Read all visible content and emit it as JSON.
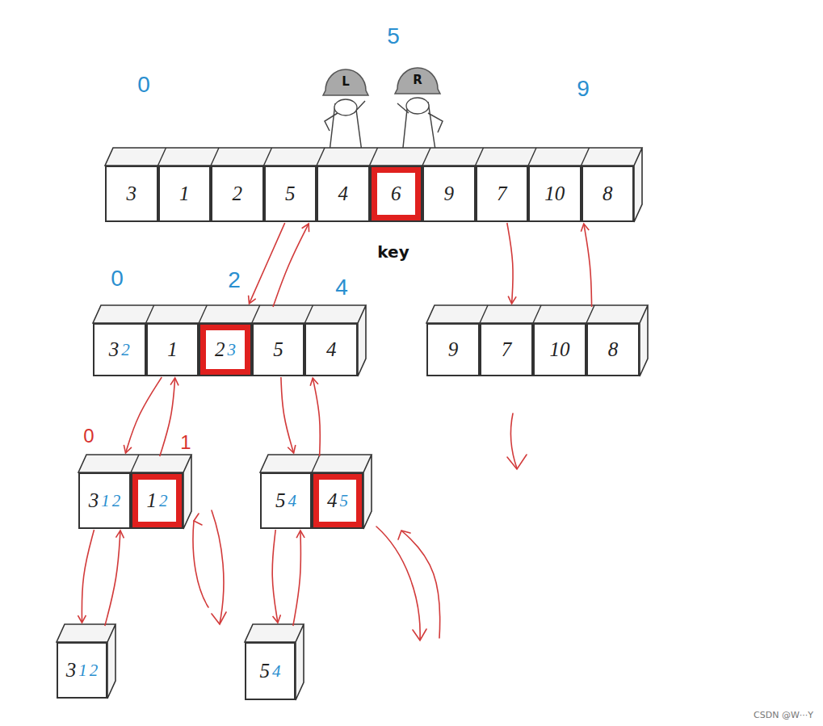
{
  "diagram": {
    "nodes": [
      {
        "text": [
          "3"
        ]
      },
      {
        "text": [
          "1"
        ]
      },
      {
        "text": [
          "2"
        ]
      },
      {
        "text": [
          "5"
        ]
      },
      {
        "text": [
          "4"
        ]
      },
      {
        "text": [
          "6"
        ]
      },
      {
        "text": [
          "9"
        ]
      },
      {
        "text": [
          "7"
        ]
      },
      {
        "text": [
          "10"
        ]
      },
      {
        "text": [
          "8"
        ]
      },
      {
        "text": [
          "3",
          "2"
        ]
      },
      {
        "text": [
          "1"
        ]
      },
      {
        "text": [
          "2",
          "3"
        ]
      },
      {
        "text": [
          "5"
        ]
      },
      {
        "text": [
          "4"
        ]
      },
      {
        "text": [
          "9"
        ]
      },
      {
        "text": [
          "7"
        ]
      },
      {
        "text": [
          "10"
        ]
      },
      {
        "text": [
          "8"
        ]
      },
      {
        "text": [
          "3",
          "1",
          "2"
        ]
      },
      {
        "text": [
          "1",
          "2"
        ]
      },
      {
        "text": [
          "5",
          "4"
        ]
      },
      {
        "text": [
          "4",
          "5"
        ]
      },
      {
        "text": [
          "3",
          "1",
          "2"
        ]
      },
      {
        "text": [
          "5",
          "4"
        ]
      }
    ],
    "edges": [
      {
        "from": 3,
        "to": 12,
        "arrow": "to"
      },
      {
        "from": 13,
        "to": 3,
        "arrow": "to"
      },
      {
        "from": 7,
        "to": 16,
        "arrow": "to"
      },
      {
        "from": 18,
        "to": 9,
        "arrow": "to"
      },
      {
        "from": 11,
        "to": 19,
        "arrow": "to"
      },
      {
        "from": 20,
        "to": 11,
        "arrow": "to"
      },
      {
        "from": 13,
        "to": 21,
        "arrow": "to"
      },
      {
        "from": 22,
        "to": 14,
        "arrow": "to"
      },
      {
        "from": 19,
        "to": 23,
        "arrow": "to"
      },
      {
        "from": 23,
        "to": 19,
        "arrow": "to"
      },
      {
        "from": 21,
        "to": 24,
        "arrow": "to"
      },
      {
        "from": 24,
        "to": 21,
        "arrow": "to"
      }
    ],
    "labels": [
      "5",
      "0",
      "9",
      "L",
      "R",
      "key",
      "0",
      "2",
      "4",
      "0",
      "1",
      "CSDN @W···Y"
    ]
  }
}
